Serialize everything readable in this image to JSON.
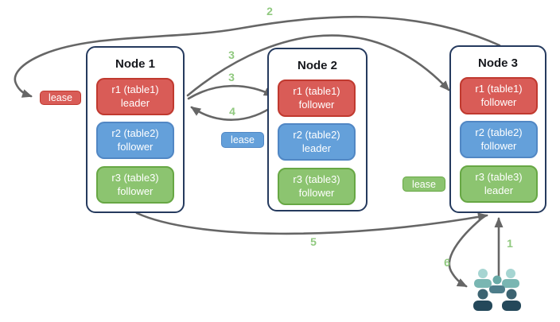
{
  "nodes": [
    {
      "title": "Node 1",
      "replicas": [
        {
          "name": "r1 (table1)",
          "role": "leader",
          "color": "red"
        },
        {
          "name": "r2 (table2)",
          "role": "follower",
          "color": "blue"
        },
        {
          "name": "r3 (table3)",
          "role": "follower",
          "color": "green"
        }
      ]
    },
    {
      "title": "Node 2",
      "replicas": [
        {
          "name": "r1 (table1)",
          "role": "follower",
          "color": "red"
        },
        {
          "name": "r2 (table2)",
          "role": "leader",
          "color": "blue"
        },
        {
          "name": "r3 (table3)",
          "role": "follower",
          "color": "green"
        }
      ]
    },
    {
      "title": "Node 3",
      "replicas": [
        {
          "name": "r1 (table1)",
          "role": "follower",
          "color": "red"
        },
        {
          "name": "r2 (table2)",
          "role": "follower",
          "color": "blue"
        },
        {
          "name": "r3 (table3)",
          "role": "leader",
          "color": "green"
        }
      ]
    }
  ],
  "leases": [
    {
      "label": "lease",
      "color": "red"
    },
    {
      "label": "lease",
      "color": "blue"
    },
    {
      "label": "lease",
      "color": "green"
    }
  ],
  "steps": {
    "step1": "1",
    "step2": "2",
    "step3a": "3",
    "step3b": "3",
    "step4": "4",
    "step5": "5",
    "step6": "6"
  },
  "icons": {
    "users": "users-icon"
  },
  "colors": {
    "replica_red": "#d95c57",
    "replica_red_border": "#c0392f",
    "replica_blue": "#64a0da",
    "replica_blue_border": "#5187c4",
    "replica_green": "#8cc470",
    "replica_green_border": "#67a744",
    "node_border": "#253a5e",
    "arrow_gray": "#666666",
    "step_label_green": "#90c97f",
    "users_light_teal": "#a6d5d2",
    "users_mid_teal": "#79b6b2",
    "users_teal_head": "#68a9a6",
    "users_slate_body": "#4d7d8a",
    "users_dark_head": "#3c6371",
    "users_dark_body": "#24485a"
  }
}
